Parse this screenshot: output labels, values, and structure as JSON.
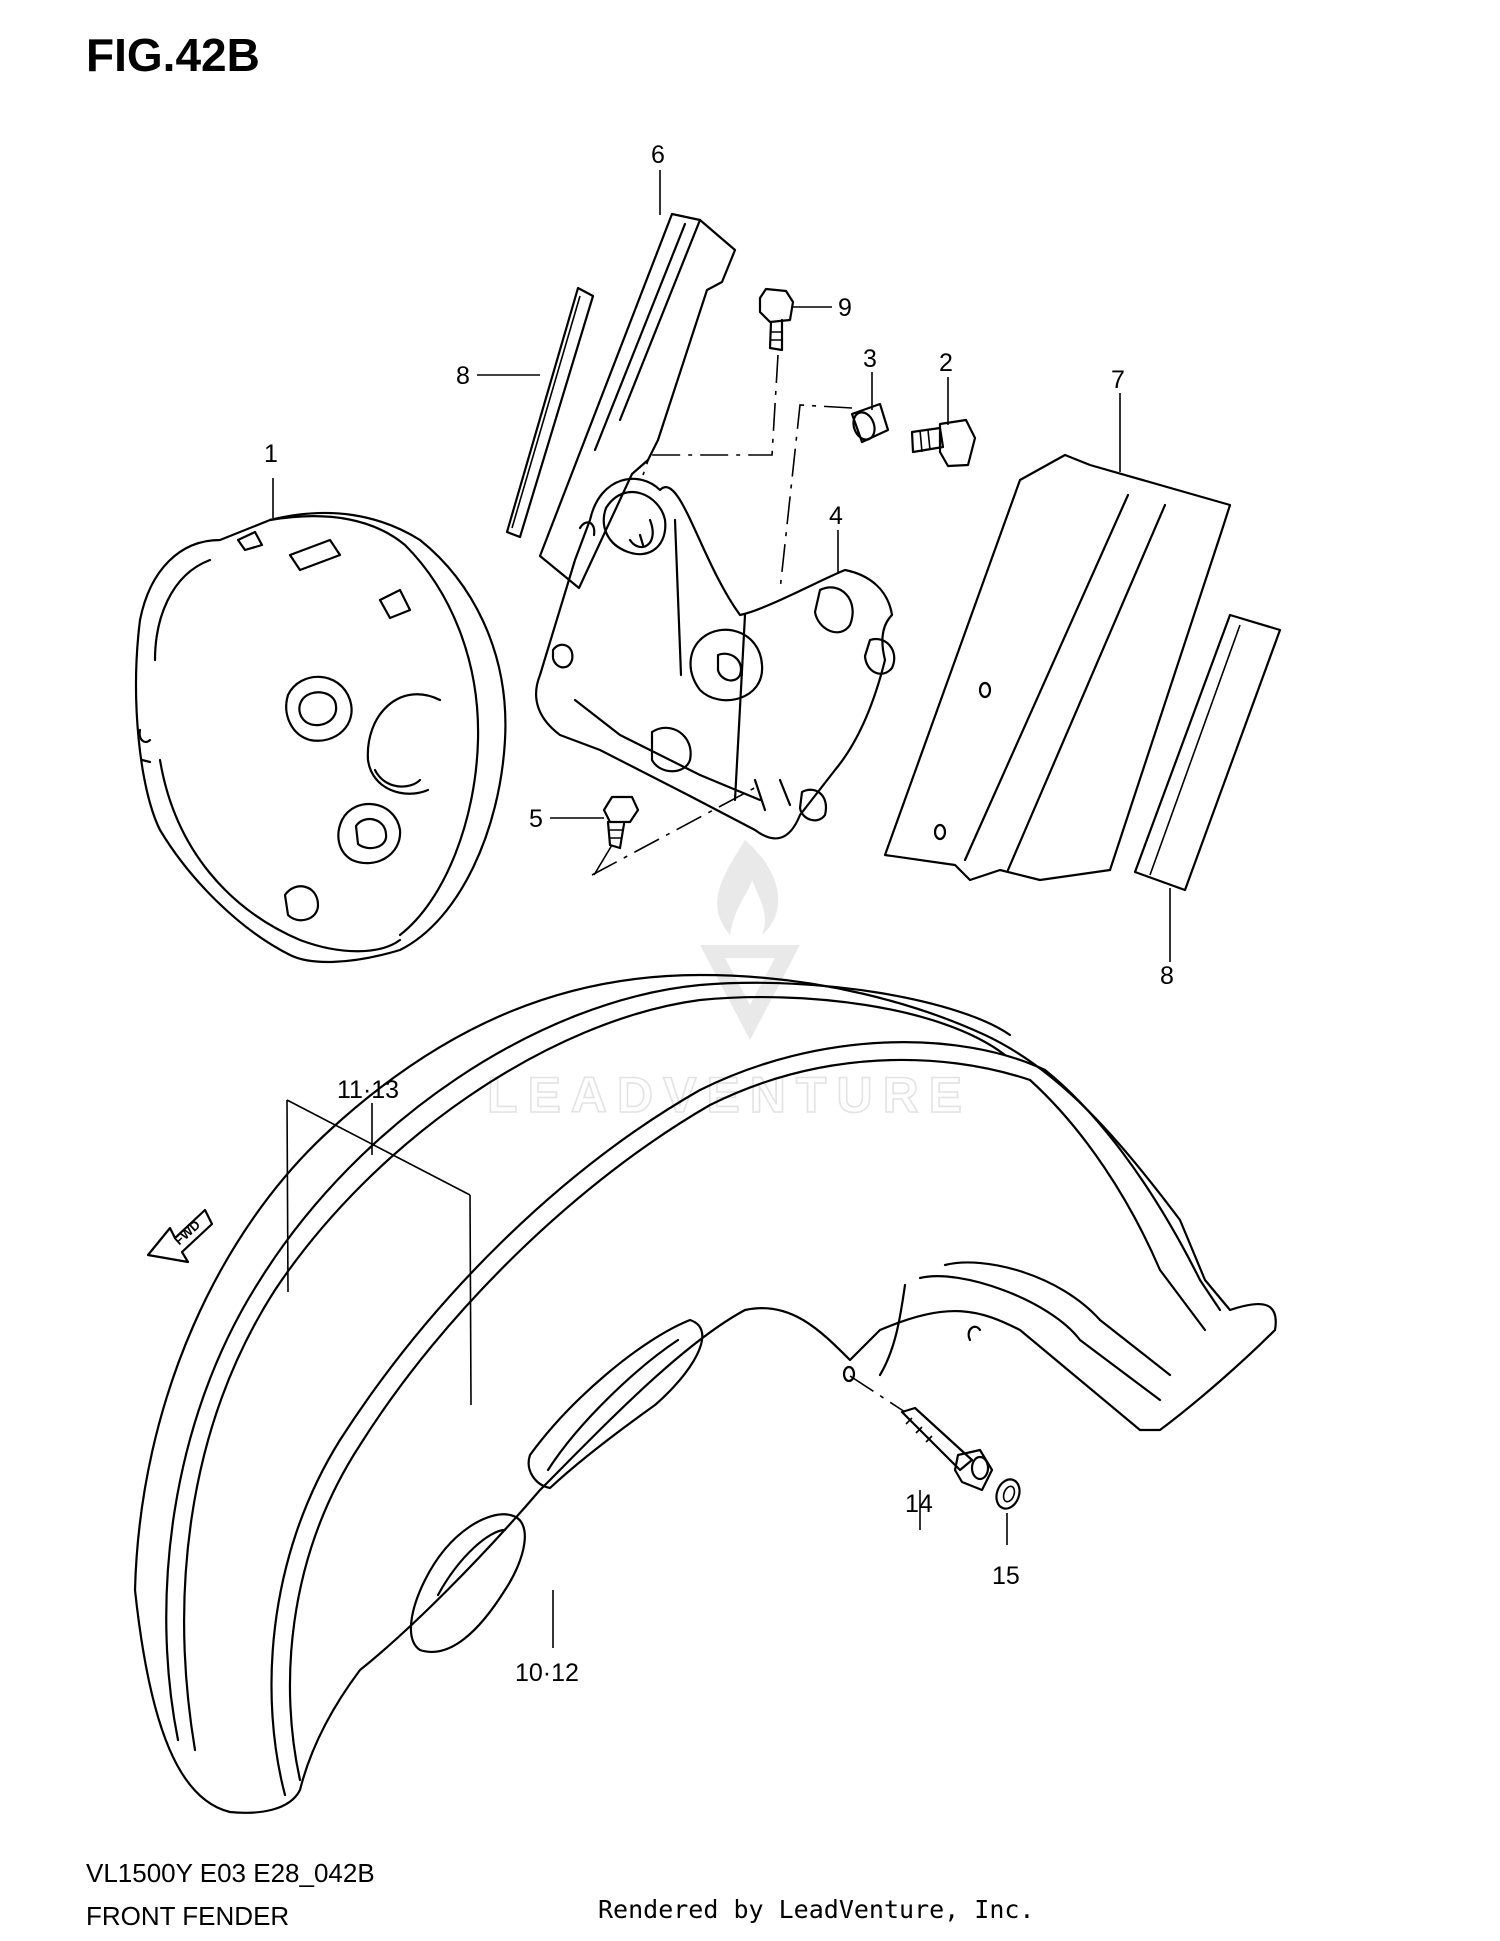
{
  "figure": {
    "title": "FIG.42B",
    "model_code": "VL1500Y E03 E28_042B",
    "section_name": "FRONT FENDER"
  },
  "credit": "Rendered by LeadVenture, Inc.",
  "watermark": {
    "text": "LEADVENTURE",
    "icon": "flame-logo-icon"
  },
  "direction_marker": "FWD",
  "callouts": [
    {
      "id": "6",
      "label": "6"
    },
    {
      "id": "9",
      "label": "9"
    },
    {
      "id": "3",
      "label": "3"
    },
    {
      "id": "2",
      "label": "2"
    },
    {
      "id": "8a",
      "label": "8"
    },
    {
      "id": "7",
      "label": "7"
    },
    {
      "id": "1",
      "label": "1"
    },
    {
      "id": "4",
      "label": "4"
    },
    {
      "id": "5",
      "label": "5"
    },
    {
      "id": "8b",
      "label": "8"
    },
    {
      "id": "11-13",
      "label": "11·13"
    },
    {
      "id": "14",
      "label": "14"
    },
    {
      "id": "15",
      "label": "15"
    },
    {
      "id": "10-12",
      "label": "10·12"
    }
  ]
}
